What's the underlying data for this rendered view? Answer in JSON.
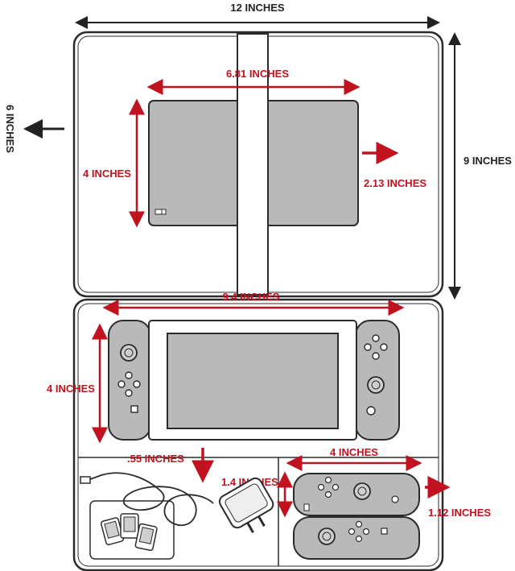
{
  "colors": {
    "accent_red": "#c1121f",
    "outline": "#2b2b2b",
    "screen_gray": "#b9b9b9",
    "case_white": "#ffffff"
  },
  "labels": {
    "width_top": "12 INCHES",
    "height_right": "9 INCHES",
    "depth_left": "6 INCHES",
    "screen_width": "6.81 INCHES",
    "screen_height": "4 INCHES",
    "pocket_depth": "2.13 INCHES",
    "lower_width": "9.4 INCHES",
    "console_height": "4 INCHES",
    "compartment_depth": ".55 INCHES",
    "joycon_width": "4 INCHES",
    "joycon_height": "1.4 INCHES",
    "joycon_depth": "1.12 INCHES"
  },
  "icons": {
    "left_arrow": "arrow-left-icon",
    "right_arrow": "arrow-right-icon",
    "down_arrow": "arrow-down-icon"
  }
}
